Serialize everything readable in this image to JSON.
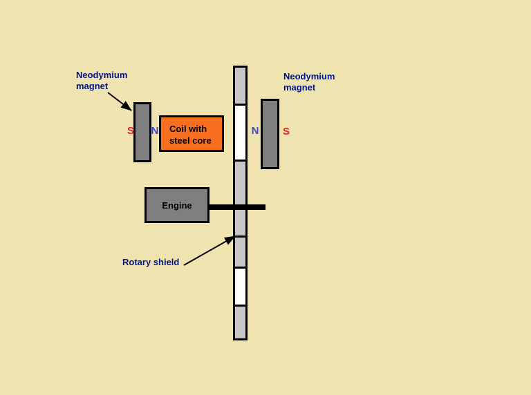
{
  "colors": {
    "background": "#EFE4B0",
    "metal_gray": "#7F7F7F",
    "shield_gray": "#C6C6C6",
    "coil_orange": "#F96F1F",
    "label_blue": "#001489",
    "north_blue": "#3F48CC",
    "south_red": "#ED1C24"
  },
  "diagram": {
    "left_magnet": {
      "label": "Neodymium magnet",
      "south_pole": "S",
      "north_pole": "N"
    },
    "right_magnet": {
      "label": "Neodymium magnet",
      "north_pole": "N",
      "south_pole": "S"
    },
    "coil": {
      "label": "Coil with steel core"
    },
    "engine": {
      "label": "Engine"
    },
    "rotary_shield": {
      "label": "Rotary shield"
    }
  }
}
